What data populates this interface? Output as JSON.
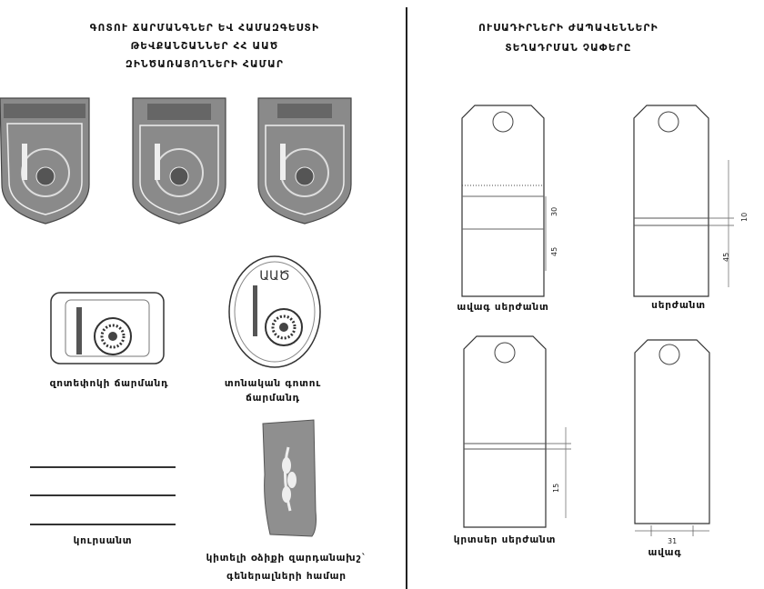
{
  "left": {
    "heading": [
      "ԳՈՏՈՒ ՃԱՐՄԱՆԳՆԵՐ ԵՎ ՀԱՄԱԶԳԵՍՏԻ",
      "ԹԵՎՔԱՆՇԱՆՆԵՐ ՀՀ ԱԱԾ",
      "ԶԻՆԾԱՌԱՅՈՂՆԵՐԻ ՀԱՄԱՐ"
    ],
    "captions": {
      "belt_buckle_soldier": "զոտեփոկի ճարմանդ",
      "belt_buckle_officer": [
        "տոնական գոտու",
        "ճարմանդ"
      ],
      "lines": "կուրսանտ",
      "collar_patch": [
        "կիտելի օձիքի զարդանախշ`",
        "գեներալների համար"
      ]
    },
    "emblem_text": "ԱԱԾ"
  },
  "right": {
    "heading": [
      "ՈՒՍԱԴԻՐՆԵՐԻ ԺԱՊԱՎԵՆՆԵՐԻ",
      "ՏԵՂԱԴՐՄԱՆ ՉԱՓԵՐԸ"
    ],
    "captions": {
      "strap1": "ավագ սերժանտ",
      "strap2": "սերժանտ",
      "strap3": "կրտսեր սերժանտ",
      "strap4": "ավագ"
    },
    "dimensions": {
      "d30": "30",
      "d45": "45",
      "d10": "10",
      "d15": "15",
      "d31": "31"
    }
  }
}
